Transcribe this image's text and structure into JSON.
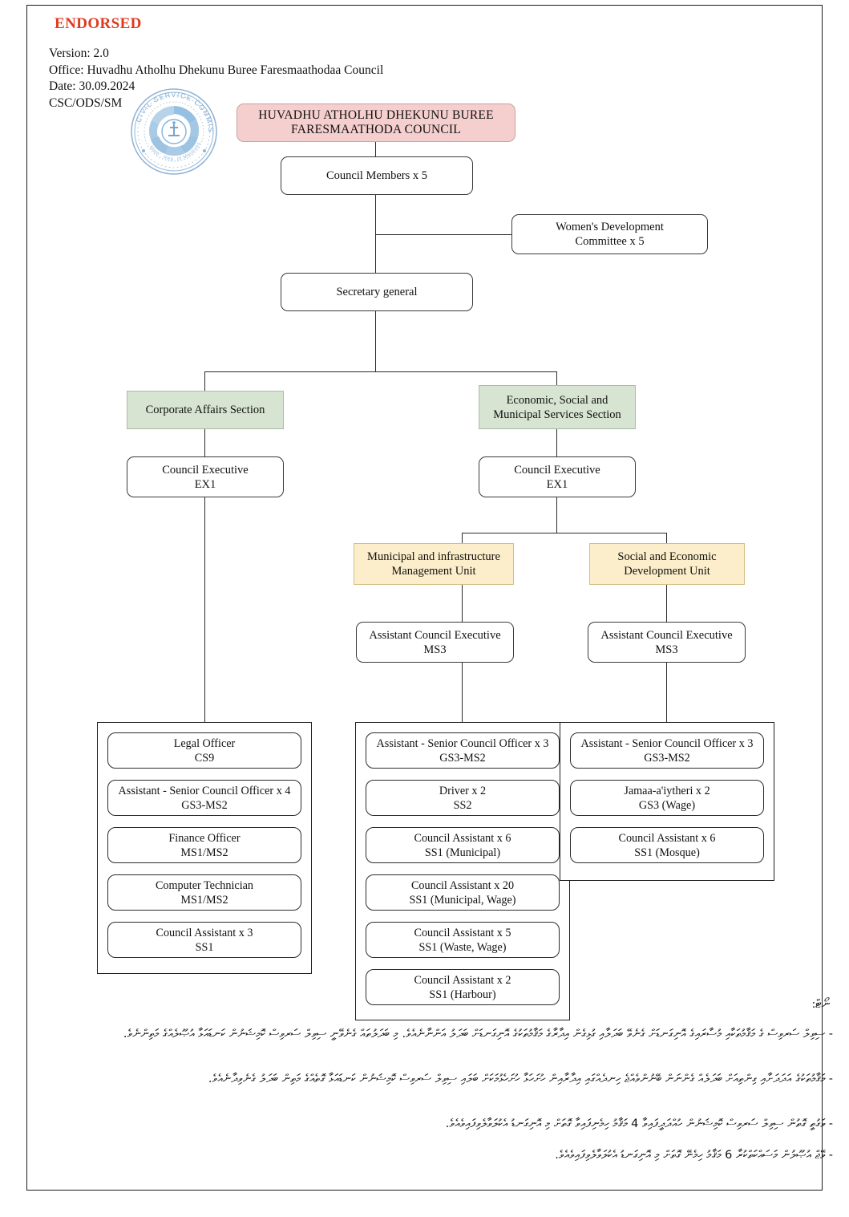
{
  "header": {
    "endorsed": "ENDORSED",
    "version_line": "Version: 2.0",
    "office_line": "Office: Huvadhu Atholhu Dhekunu Buree Faresmaathodaa Council",
    "date_line": "Date: 30.09.2024",
    "ref_line": "CSC/ODS/SM"
  },
  "seal": {
    "outer_text": "CIVIL SERVICE COMMISSION",
    "inner_text": "Male', Rep. of Maldives",
    "icon": "civil-service-commission-seal"
  },
  "chart": {
    "root": {
      "l1": "HUVADHU ATHOLHU DHEKUNU BUREE",
      "l2": "FARESMAATHODA COUNCIL"
    },
    "council_members": {
      "l1": "Council Members x 5",
      "l2": ""
    },
    "womens_committee": {
      "l1": "Women's Development",
      "l2": "Committee x 5"
    },
    "secretary_general": {
      "l1": "Secretary general",
      "l2": ""
    },
    "section_corporate": {
      "l1": "Corporate Affairs Section",
      "l2": ""
    },
    "section_economic": {
      "l1": "Economic, Social and",
      "l2": "Municipal Services Section"
    },
    "exec_left": {
      "l1": "Council Executive",
      "l2": "EX1"
    },
    "exec_right": {
      "l1": "Council Executive",
      "l2": "EX1"
    },
    "unit_municipal": {
      "l1": "Municipal and infrastructure",
      "l2": "Management Unit"
    },
    "unit_social": {
      "l1": "Social and Economic",
      "l2": "Development Unit"
    },
    "asst_exec_municipal": {
      "l1": "Assistant Council Executive",
      "l2": "MS3"
    },
    "asst_exec_social": {
      "l1": "Assistant Council Executive",
      "l2": "MS3"
    },
    "group_corporate": [
      {
        "l1": "Legal Officer",
        "l2": "CS9"
      },
      {
        "l1": "Assistant - Senior Council Officer  x 4",
        "l2": "GS3-MS2"
      },
      {
        "l1": "Finance Officer",
        "l2": "MS1/MS2"
      },
      {
        "l1": "Computer Technician",
        "l2": "MS1/MS2"
      },
      {
        "l1": "Council Assistant x 3",
        "l2": "SS1"
      }
    ],
    "group_municipal": [
      {
        "l1": "Assistant - Senior Council Officer  x 3",
        "l2": "GS3-MS2"
      },
      {
        "l1": "Driver x 2",
        "l2": "SS2"
      },
      {
        "l1": "Council Assistant x 6",
        "l2": "SS1 (Municipal)"
      },
      {
        "l1": "Council Assistant x 20",
        "l2": "SS1 (Municipal, Wage)"
      },
      {
        "l1": "Council Assistant x 5",
        "l2": "SS1 (Waste, Wage)"
      },
      {
        "l1": "Council Assistant x 2",
        "l2": "SS1 (Harbour)"
      }
    ],
    "group_social": [
      {
        "l1": "Assistant - Senior Council Officer  x 3",
        "l2": "GS3-MS2"
      },
      {
        "l1": "Jamaa-a'iytheri x 2",
        "l2": "GS3 (Wage)"
      },
      {
        "l1": "Council Assistant x 6",
        "l2": "SS1 (Mosque)"
      }
    ]
  },
  "footer": {
    "note_label": "ނޯޓް:",
    "notes": [
      "- ސިވިލް ސަރވިސް ގެ މަޤާމުތަކާއި މުސާރައިގެ އޮނިގަނޑަށް ގެނެވޭ ބަދަލާއި ގުޅިގެން އިދާރާގެ މަޤާމުތަކުގެ އޮނިގަނޑަށް ބަދަލު އަންނާނެއެވެ. މި ބަދަލުތައް ގެނެވޭނީ ސިވިލް ސަރވިސް ކޮމިޝަނުން ކަނޑައަޅާ އުޞޫލެއްގެ މަތިންނެވެ.",
      "- މަޤާމުތަކުގެ އަދަދަށާއި ގިންތިއަށް ބަދަލެއް ގެންނަން ބޭނުންވެއްޖެ ހިނދެއްގައި އިދާރާއިން ހުށަހަޅާ ހުށަހެޅުމަކަށް ބަލައި ސިވިލް ސަރވިސް ކޮމިޝަނުން ކަނޑައަޅާ ގޮތެއްގެ މަތިން ބަދަލު ގެނެވިދާނެއެވެ.",
      "- ވަގުތީ ގޮތުން ސިވިލް ސަރވިސް ކޮމިޝަނުން ހުއްދަދީފައިވާ 4 މަޤާމު ހިމެނިފައިވާ ގޮތަށް މި އޮނިގަނޑު އެކުލަވާލެވިފައިވެއެވެ.",
      "- ވޭޖް އުޞޫލުން މަސައްކަތްކުރާ 6 މަޤާމު ހިމެނޭ ގޮތަށް މި އޮނިގަނޑު އެކުލަވާލެވިފައިވެއެވެ."
    ]
  }
}
